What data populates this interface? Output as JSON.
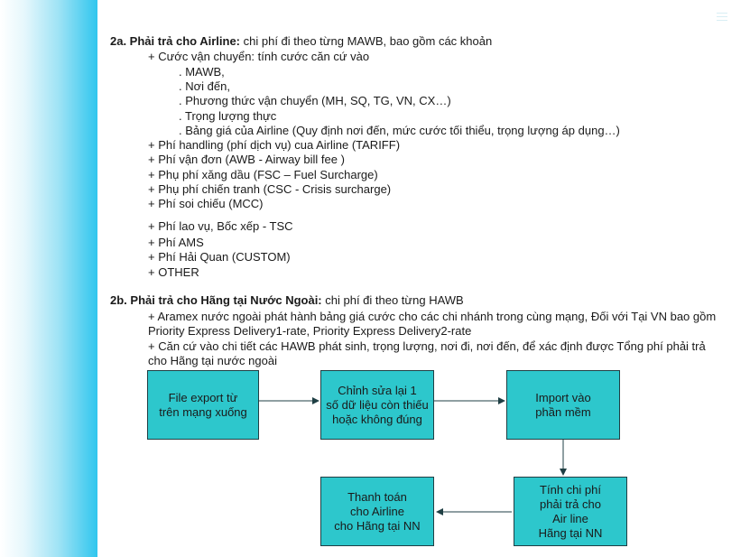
{
  "section_a": {
    "heading": "2a. Phải trả cho Airline:",
    "heading_rest": " chi phí đi theo từng MAWB, bao gồm các khoản",
    "freight_title": "+ Cước vận chuyển: tính cước căn cứ vào",
    "freight_items": [
      ". MAWB,",
      ". Nơi đến,",
      ". Phương thức vận chuyển (MH, SQ, TG, VN, CX…)",
      ". Trọng lượng thực",
      ". Bảng giá của Airline (Quy định nơi đến, mức cước tối thiểu, trọng lượng áp dụng…)"
    ],
    "fees": [
      "+ Phí handling (phí dịch vụ) cua Airline (TARIFF)",
      "+ Phí vận đơn (AWB - Airway bill fee )",
      "+ Phụ phí xăng dầu (FSC – Fuel Surcharge)",
      "+ Phụ phí chiến tranh (CSC - Crisis surcharge)",
      "+ Phí soi chiếu (MCC)",
      "+ Phí lao vụ, Bốc xếp -  TSC",
      "+ Phí AMS",
      "+ Phí Hải Quan (CUSTOM)",
      "+ OTHER"
    ]
  },
  "section_b": {
    "heading": "2b. Phải trả cho Hãng tại Nước Ngoài:",
    "heading_rest": " chi phí đi theo từng HAWB",
    "para1": "+ Aramex nước ngoài phát hành bảng giá cước cho các chi nhánh trong cùng mạng, Đối với Tại VN bao gồm Priority Express Delivery1-rate, Priority Express Delivery2-rate",
    "para2": "+ Căn cứ vào chi tiết các HAWB phát sinh, trọng lượng, nơi đi, nơi đến, để xác định được Tổng phí phải trả cho Hãng tại nước ngoài"
  },
  "flow": {
    "step1": "File export từ\ntrên mạng xuống",
    "step2": "Chỉnh sửa lại 1\nsố dữ liệu còn thiếu\nhoặc không đúng",
    "step3": "Import vào\nphần mềm",
    "step4": "Tính chi phí\nphải trả cho\nAir line\nHãng tại NN",
    "step5": "Thanh toán\ncho Airline\ncho Hãng tại NN"
  },
  "colors": {
    "box_fill": "#2dc7cc",
    "accent_bar": "#2fc6ee"
  }
}
